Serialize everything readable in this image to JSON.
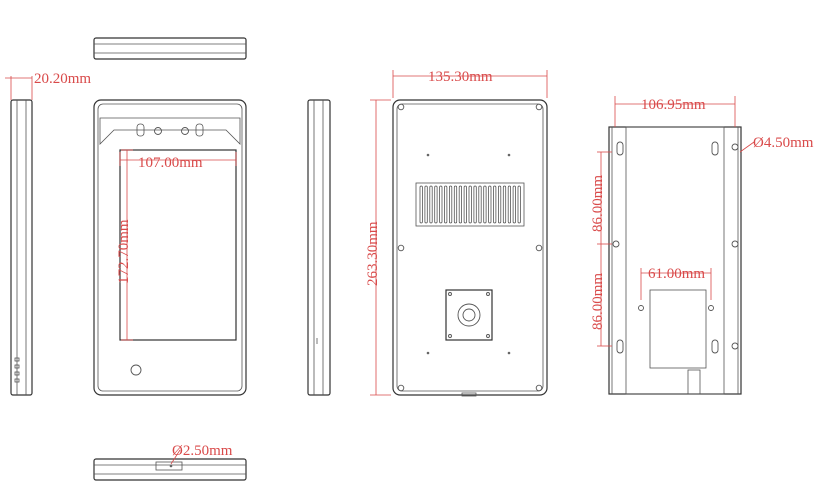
{
  "colors": {
    "outline": "#333333",
    "dimension": "#d94a4a"
  },
  "dimensions": {
    "side_depth": "20.20mm",
    "screen_width": "107.00mm",
    "screen_height": "172.70mm",
    "back_width": "135.30mm",
    "back_height": "263.30mm",
    "bracket_width": "106.95mm",
    "bracket_hole": "Ø4.50mm",
    "bracket_pitch_top": "86.00mm",
    "bracket_pitch_bottom": "86.00mm",
    "bracket_inner": "61.00mm",
    "bottom_hole": "Ø2.50mm"
  }
}
